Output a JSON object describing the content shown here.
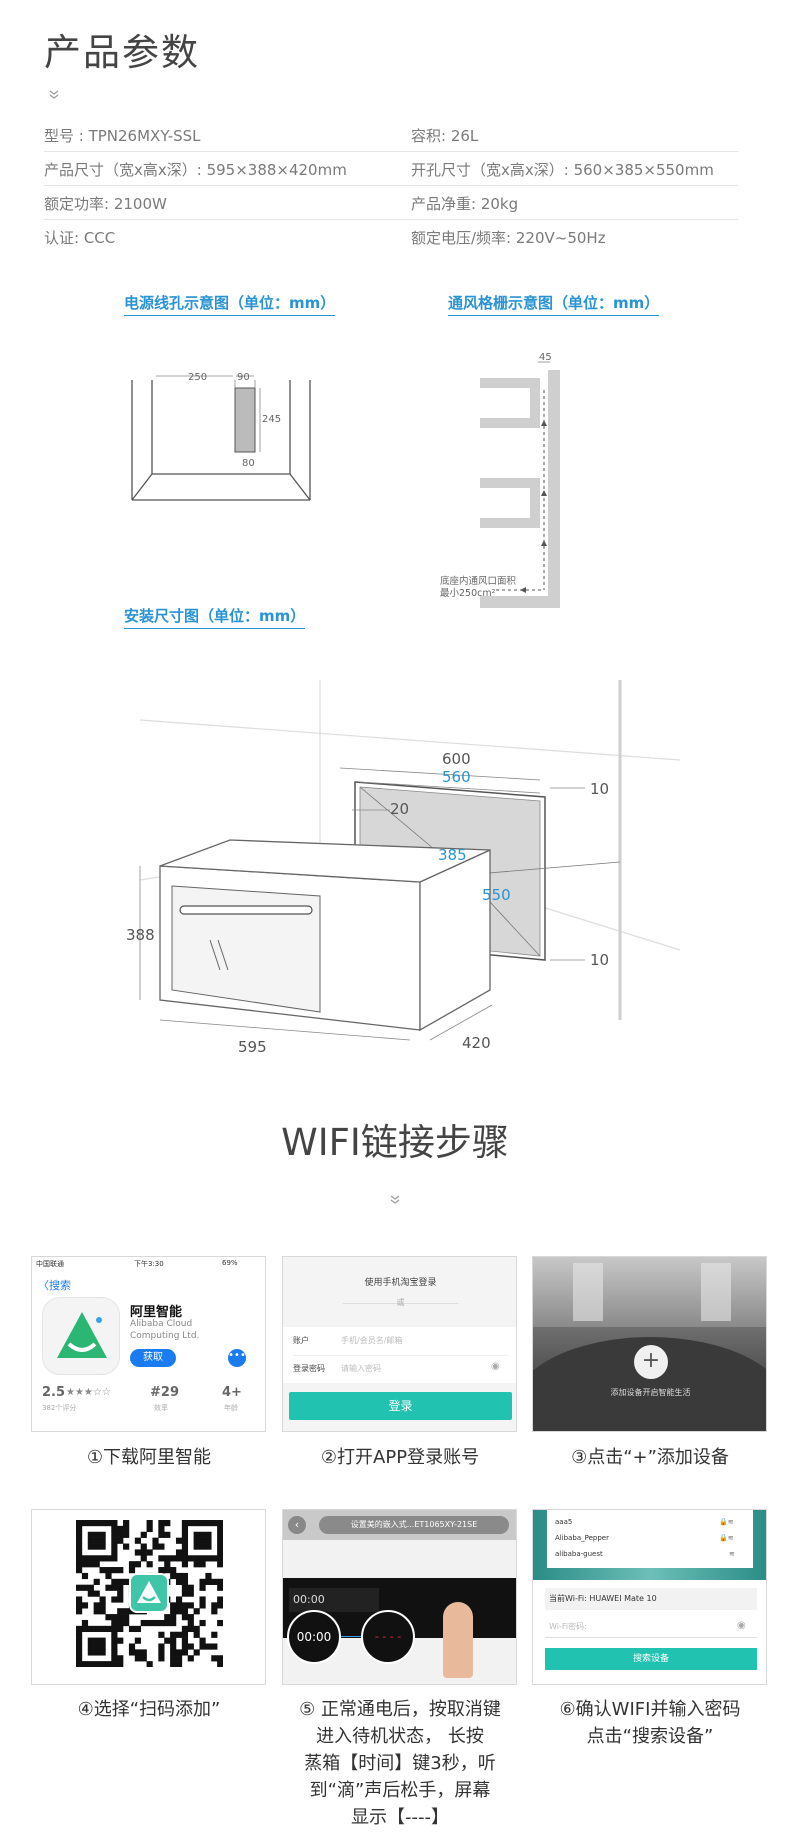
{
  "header": {
    "title": "产品参数",
    "chevron": "»"
  },
  "specs": [
    {
      "left": "型号 : TPN26MXY-SSL",
      "right": "容积: 26L"
    },
    {
      "left": "产品尺寸（宽x高x深）: 595×388×420mm",
      "right": "开孔尺寸（宽x高x深）: 560×385×550mm"
    },
    {
      "left": "额定功率: 2100W",
      "right": "产品净重: 20kg"
    },
    {
      "left": "认证: CCC",
      "right": "额定电压/频率: 220V~50Hz"
    }
  ],
  "diagrams": {
    "power": {
      "title": "电源线孔示意图（单位：mm）",
      "labels": {
        "w250": "250",
        "w90": "90",
        "h245": "245",
        "h80": "80"
      }
    },
    "vent": {
      "title": "通风格栅示意图（单位：mm）",
      "labels": {
        "w45": "45",
        "note1": "底座内通风口面积",
        "note2": "最小250cm²"
      }
    },
    "install": {
      "title": "安装尺寸图（单位：mm）",
      "labels": {
        "d600": "600",
        "d560": "560",
        "d20": "20",
        "d10a": "10",
        "d385": "385",
        "d550": "550",
        "d10b": "10",
        "d388": "388",
        "d595": "595",
        "d420": "420"
      }
    }
  },
  "wifi": {
    "title": "WIFI链接步骤",
    "chevron": "»",
    "steps": [
      {
        "caption": "①下载阿里智能",
        "screen": {
          "status_left": "中国联通",
          "status_time": "下午3:30",
          "status_right": "69%",
          "back": "〈搜索",
          "app_name": "阿里智能",
          "company_1": "Alibaba Cloud",
          "company_2": "Computing Ltd.",
          "get_button": "获取",
          "rating": "2.5",
          "stars": "★★★☆☆",
          "rating_count": "382个评分",
          "rank": "#29",
          "rank_label": "效率",
          "age": "4+",
          "age_label": "年龄"
        }
      },
      {
        "caption": "②打开APP登录账号",
        "screen": {
          "heading": "使用手机淘宝登录",
          "or": "或",
          "account_label": "账户",
          "account_placeholder": "手机/会员名/邮箱",
          "password_label": "登录密码",
          "password_placeholder": "请输入密码",
          "login_button": "登录"
        }
      },
      {
        "caption": "③点击“+”添加设备",
        "screen": {
          "plus": "+",
          "text": "添加设备开启智能生活"
        }
      },
      {
        "caption": "④选择“扫码添加”",
        "screen": {}
      },
      {
        "caption": "⑤ 正常通电后，按取消键进入待机状态， 长按蒸箱【时间】键3秒，听到“滴”声后松手，屏幕显示【----】",
        "caption_lines": [
          "⑤  正常通电后，按取消键",
          "进入待机状态， 长按",
          "蒸箱【时间】键3秒，听",
          "到“滴”声后松手，屏幕",
          "显示【----】"
        ],
        "screen": {
          "header": "设置美的嵌入式...ET1065XY-21SE",
          "display_1": "00:00",
          "display_2": "00:00",
          "dashes": "- - - -"
        }
      },
      {
        "caption": "⑥确认WIFI并输入密码点击“搜索设备”",
        "caption_lines": [
          "⑥确认WIFI并输入密码",
          "点击“搜索设备”"
        ],
        "screen": {
          "net_1": "aaa5",
          "net_2": "Alibaba_Pepper",
          "net_3": "alibaba-guest",
          "current_wifi": "当前Wi-Fi: HUAWEI Mate 10",
          "password_placeholder": "Wi-Fi密码:",
          "search_button": "搜索设备"
        }
      }
    ]
  },
  "colors": {
    "accent_blue": "#2a93d4",
    "teal": "#22b9a5",
    "text_gray": "#7a7a7a"
  }
}
